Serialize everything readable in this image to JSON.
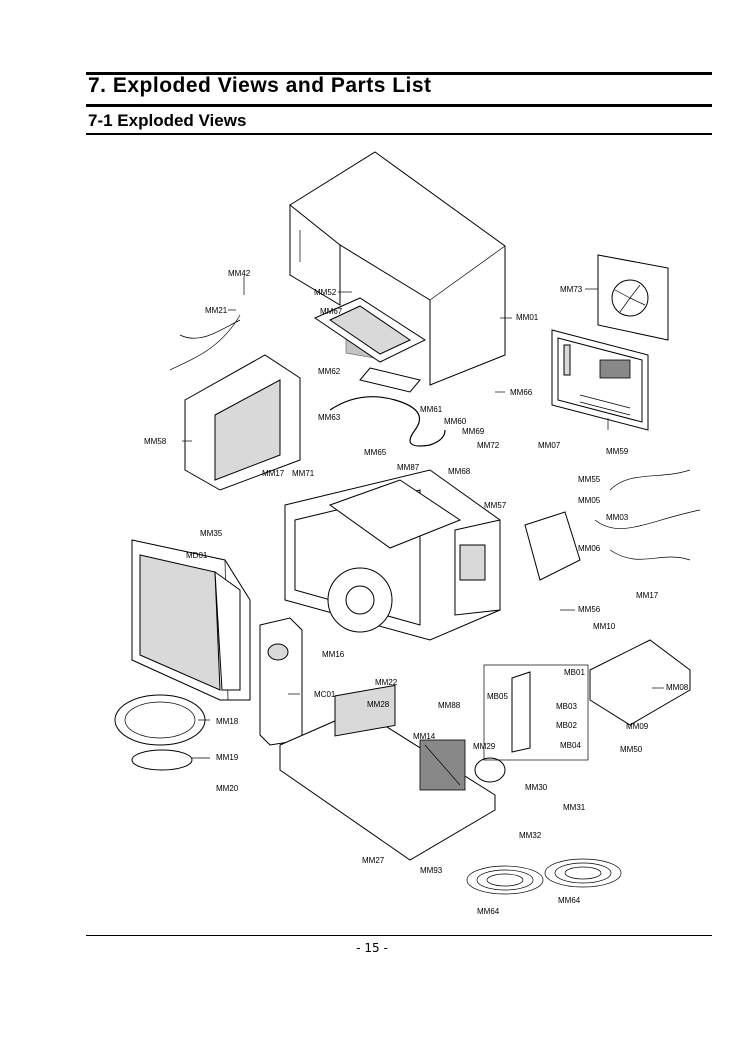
{
  "page": {
    "title": "7. Exploded Views and Parts List",
    "subtitle": "7-1 Exploded Views",
    "page_number": "- 15 -"
  },
  "labels": [
    "MM42",
    "MM21",
    "MM52",
    "MM67",
    "MM01",
    "MM73",
    "MM62",
    "MM61",
    "MM60",
    "MM69",
    "MM72",
    "MM66",
    "MM63",
    "MM68",
    "MM07",
    "MM59",
    "MM58",
    "MM65",
    "MM87",
    "MM57",
    "MM17",
    "MM71",
    "MM55",
    "MM05",
    "MM03",
    "MM35",
    "MD01",
    "MM06",
    "MM56",
    "MM17",
    "MM10",
    "MM16",
    "MB01",
    "MM22",
    "MC01",
    "MM08",
    "MM88",
    "MB05",
    "MB03",
    "MB02",
    "MM18",
    "MM28",
    "MM09",
    "MM14",
    "MM29",
    "MB04",
    "MM50",
    "MM19",
    "MM20",
    "MM30",
    "MM31",
    "MM32",
    "MM27",
    "MM93",
    "MM64",
    "MM64"
  ]
}
